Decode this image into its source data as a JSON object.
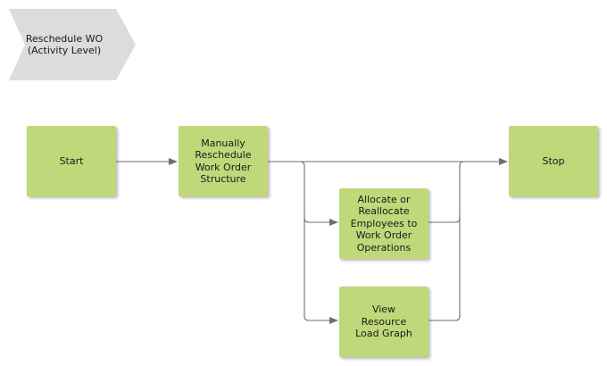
{
  "process": {
    "title": "Reschedule WO\n(Activity Level)"
  },
  "nodes": {
    "start": "Start",
    "manual": "Manually\nReschedule\nWork Order\nStructure",
    "allocate": "Allocate or\nReallocate\nEmployees to\nWork Order\nOperations",
    "view": "View\nResource\nLoad Graph",
    "stop": "Stop"
  },
  "colors": {
    "node_fill": "#bfd87a",
    "chevron_fill": "#dcdcdc",
    "connector": "#6f6f6f"
  }
}
